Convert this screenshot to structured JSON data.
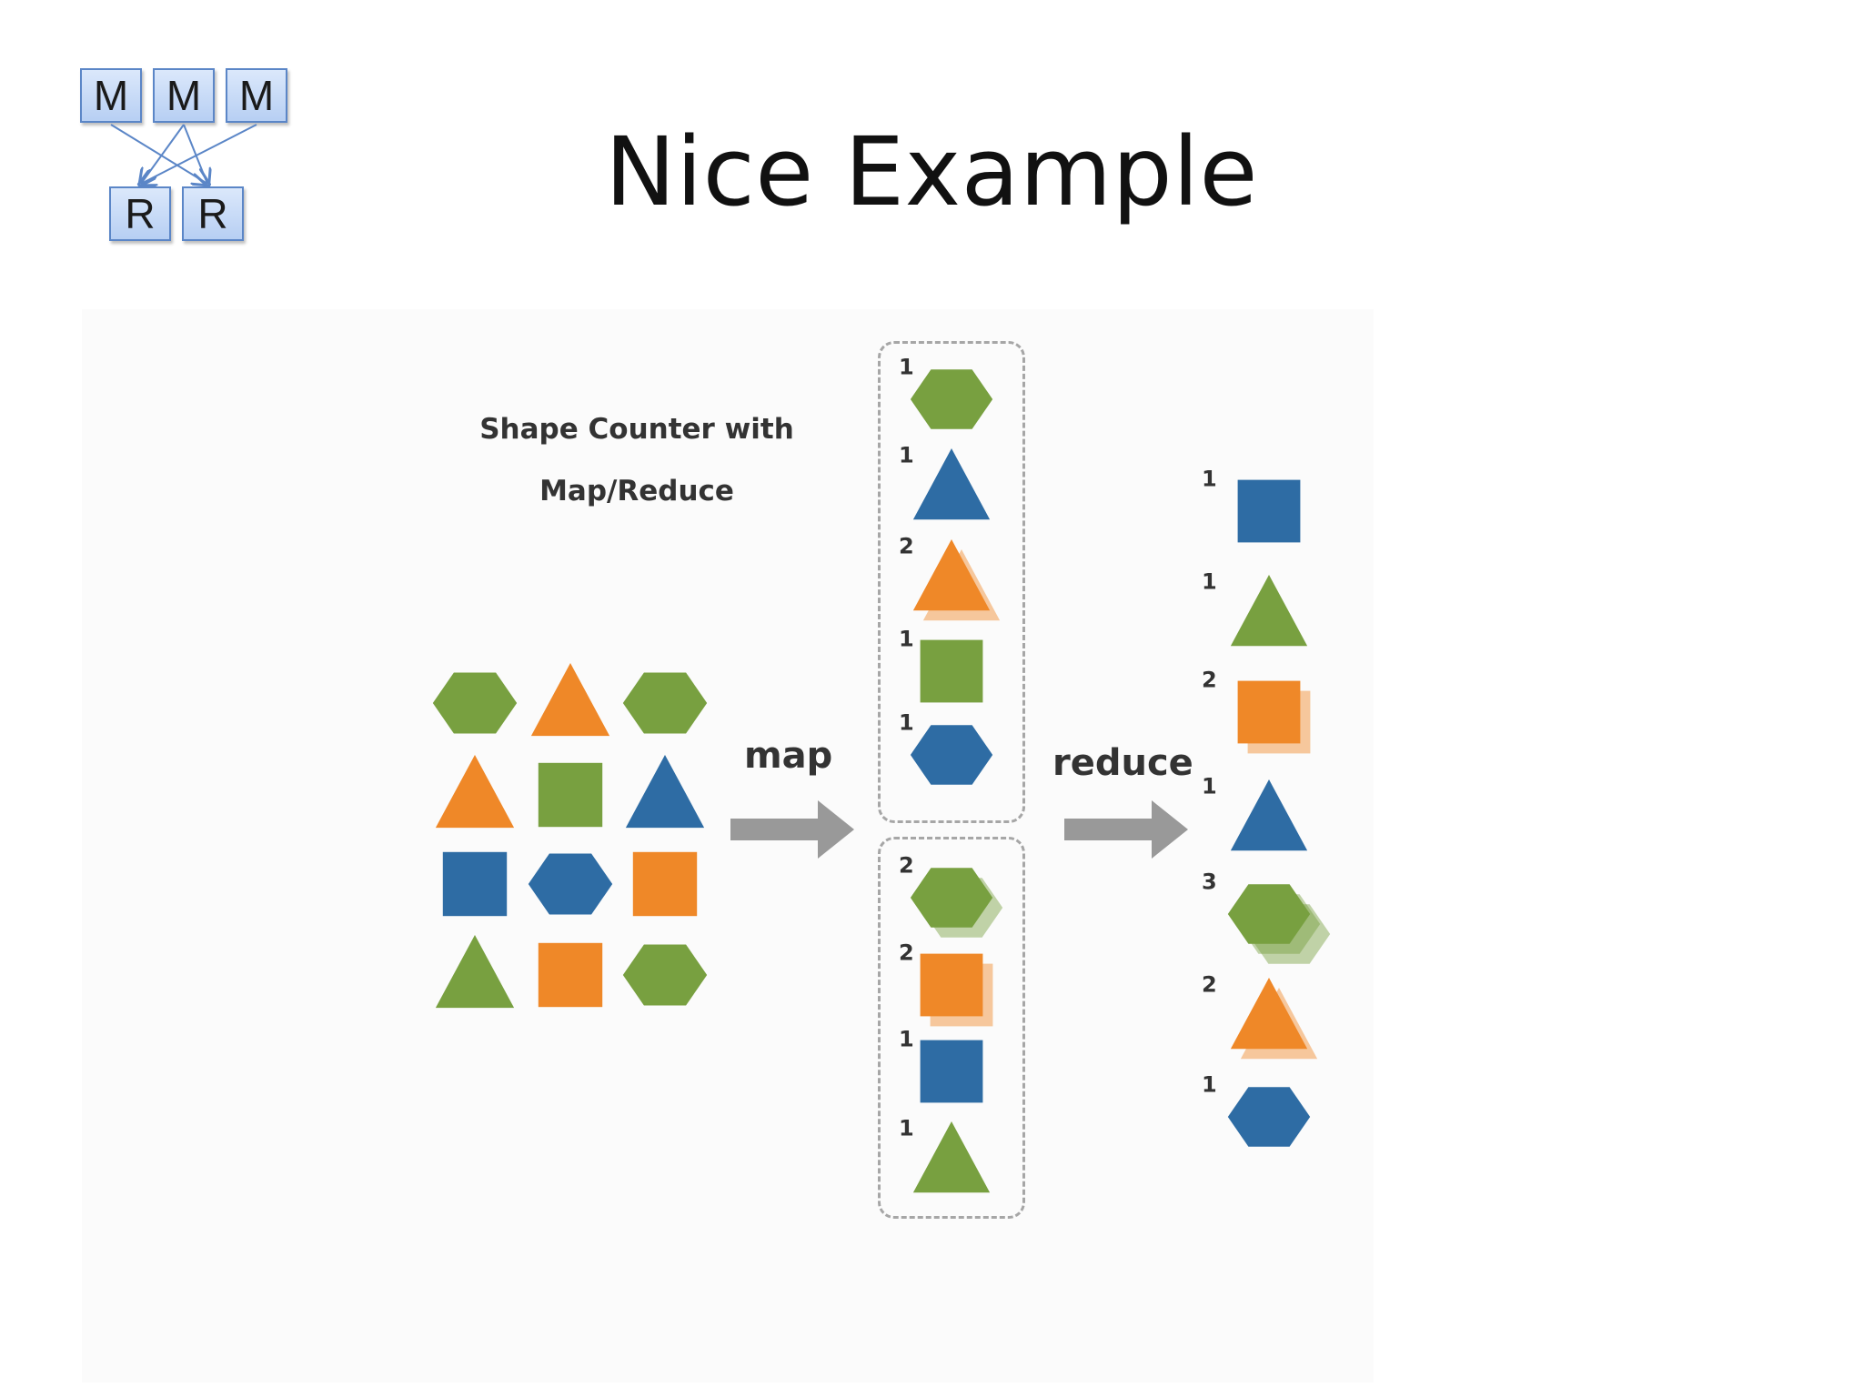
{
  "slide": {
    "title": "Nice Example"
  },
  "logo": {
    "mappers": [
      "M",
      "M",
      "M"
    ],
    "reducers": [
      "R",
      "R"
    ]
  },
  "diagram": {
    "caption_line1": "Shape Counter with",
    "caption_line2": "Map/Reduce",
    "map_label": "map",
    "reduce_label": "reduce"
  },
  "colors": {
    "green": "#78a040",
    "orange": "#ef8828",
    "blue": "#2e6ca4",
    "arrow": "#999999"
  },
  "input_shapes": [
    [
      "green-hexagon",
      "orange-triangle",
      "green-hexagon"
    ],
    [
      "orange-triangle",
      "green-square",
      "blue-triangle"
    ],
    [
      "blue-square",
      "blue-hexagon",
      "orange-square"
    ],
    [
      "green-triangle",
      "orange-square",
      "green-hexagon"
    ]
  ],
  "mapped_groups": [
    [
      {
        "count": "1",
        "shape": "hexagon",
        "color": "green"
      },
      {
        "count": "1",
        "shape": "triangle",
        "color": "blue"
      },
      {
        "count": "2",
        "shape": "triangle",
        "color": "orange"
      },
      {
        "count": "1",
        "shape": "square",
        "color": "green"
      },
      {
        "count": "1",
        "shape": "hexagon",
        "color": "blue"
      }
    ],
    [
      {
        "count": "2",
        "shape": "hexagon",
        "color": "green"
      },
      {
        "count": "2",
        "shape": "square",
        "color": "orange"
      },
      {
        "count": "1",
        "shape": "square",
        "color": "blue"
      },
      {
        "count": "1",
        "shape": "triangle",
        "color": "green"
      }
    ]
  ],
  "reduced": [
    {
      "count": "1",
      "shape": "square",
      "color": "blue"
    },
    {
      "count": "1",
      "shape": "triangle",
      "color": "green"
    },
    {
      "count": "2",
      "shape": "square",
      "color": "orange"
    },
    {
      "count": "1",
      "shape": "triangle",
      "color": "blue"
    },
    {
      "count": "3",
      "shape": "hexagon",
      "color": "green"
    },
    {
      "count": "2",
      "shape": "triangle",
      "color": "orange"
    },
    {
      "count": "1",
      "shape": "hexagon",
      "color": "blue"
    }
  ]
}
